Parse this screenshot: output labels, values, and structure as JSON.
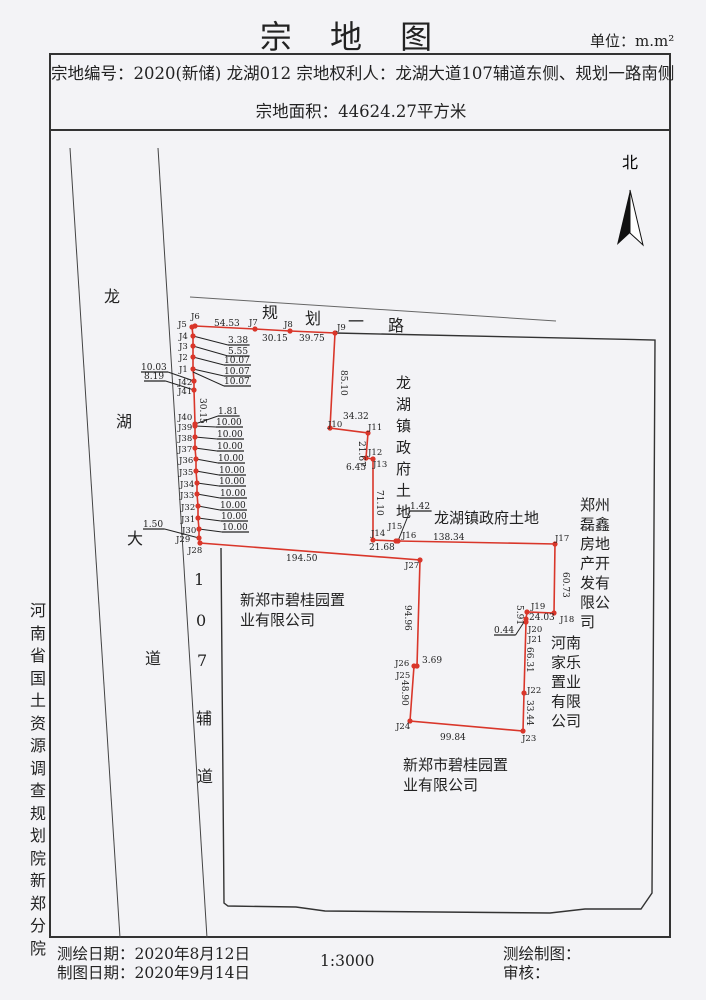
{
  "header": {
    "title": "宗 地 图",
    "unit": "单位：m.m²",
    "parcel_info": "宗地编号：2020(新储) 龙湖012 宗地权利人：龙湖大道107辅道东侧、规划一路南侧",
    "area": "宗地面积：44624.27平方米"
  },
  "map": {
    "north_label": "北",
    "road_left": [
      "龙",
      "湖",
      "大",
      "道"
    ],
    "road_aux": [
      "1",
      "0",
      "7",
      "辅",
      "道"
    ],
    "road_top": [
      "规",
      "划",
      "一",
      "路"
    ],
    "neighbors": {
      "gov_vertical": [
        "龙",
        "湖",
        "镇",
        "政",
        "府",
        "土",
        "地"
      ],
      "gov_horizontal": "龙湖镇政府土地",
      "zhengzhou_leixin": [
        "郑州",
        "磊鑫",
        "房地",
        "产开",
        "发有",
        "限公",
        "司"
      ],
      "henan_jiale": [
        "河南",
        "家乐",
        "置业",
        "有限",
        "公司"
      ],
      "biguiyuan_west": [
        "新郑市碧桂园置",
        "业有限公司"
      ],
      "biguiyuan_south": [
        "新郑市碧桂园置",
        "业有限公司"
      ]
    },
    "boundary_color": "#d9362a",
    "points": [
      "J1",
      "J2",
      "J3",
      "J4",
      "J5",
      "J6",
      "J7",
      "J8",
      "J9",
      "J10",
      "J11",
      "J12",
      "J13",
      "J14",
      "J15",
      "J16",
      "J17",
      "J18",
      "J19",
      "J20",
      "J21",
      "J22",
      "J23",
      "J24",
      "J25",
      "J26",
      "J27",
      "J28",
      "J29",
      "J30",
      "J31",
      "J32",
      "J33",
      "J34",
      "J35",
      "J36",
      "J37",
      "J38",
      "J39",
      "J40",
      "J41",
      "J42"
    ],
    "dimensions": [
      "54.53",
      "30.15",
      "39.75",
      "85.10",
      "34.32",
      "21.67",
      "6.45",
      "71.10",
      "21.68",
      "1.42",
      "138.34",
      "60.73",
      "24.03",
      "5.91",
      "0.44",
      "66.31",
      "33.44",
      "99.84",
      "48.90",
      "3.69",
      "94.96",
      "194.50",
      "3.38",
      "5.55",
      "10.07",
      "10.07",
      "10.07",
      "10.03",
      "8.19",
      "30.15",
      "1.81",
      "10.00",
      "10.00",
      "10.00",
      "10.00",
      "10.00",
      "10.00",
      "10.00",
      "10.00",
      "10.00",
      "10.00",
      "1.50"
    ]
  },
  "side_org": "河南省国土资源调查规划院新郑分院",
  "footer": {
    "survey_date": "测绘日期：2020年8月12日",
    "draw_date": "制图日期：2020年9月14日",
    "scale": "1:3000",
    "surveyor": "测绘制图：",
    "reviewer": "审核："
  }
}
